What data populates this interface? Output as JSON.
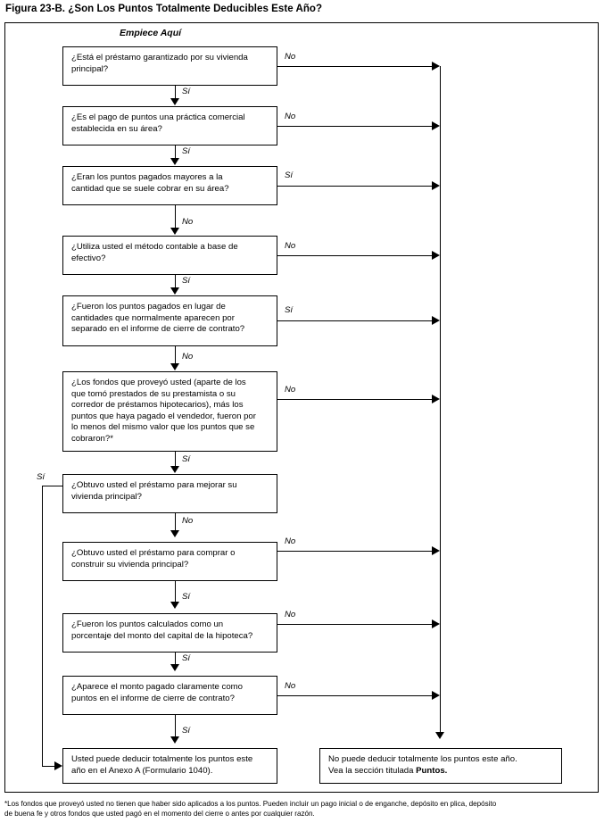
{
  "figure": {
    "title": "Figura 23-B. ¿Son Los Puntos Totalmente Deducibles Este Año?",
    "start_label": "Empiece Aquí"
  },
  "labels": {
    "si": "Sí",
    "no": "No"
  },
  "nodes": [
    {
      "id": "q1",
      "lines": [
        "¿Está el préstamo garantizado por su vivienda",
        "principal?"
      ]
    },
    {
      "id": "q2",
      "lines": [
        "¿Es el pago de puntos una práctica comercial",
        "establecida en su área?"
      ]
    },
    {
      "id": "q3",
      "lines": [
        "¿Eran los puntos pagados mayores a la",
        "cantidad que se suele cobrar en su área?"
      ]
    },
    {
      "id": "q4",
      "lines": [
        "¿Utiliza usted el método contable a base de",
        "efectivo?"
      ]
    },
    {
      "id": "q5",
      "lines": [
        "¿Fueron los puntos pagados en lugar de",
        "cantidades que normalmente aparecen por",
        "separado en el informe de cierre de contrato?"
      ]
    },
    {
      "id": "q6",
      "lines": [
        "¿Los fondos que proveyó usted (aparte de los",
        "que tomó prestados de su prestamista o su",
        "corredor de préstamos hipotecarios), más los",
        "puntos que haya pagado el vendedor, fueron por",
        "lo menos del mismo valor que los puntos que se",
        "cobraron?*"
      ]
    },
    {
      "id": "q7",
      "lines": [
        "¿Obtuvo usted el préstamo para mejorar su",
        "vivienda principal?"
      ]
    },
    {
      "id": "q8",
      "lines": [
        "¿Obtuvo usted el préstamo para comprar o",
        "construir su vivienda principal?"
      ]
    },
    {
      "id": "q9",
      "lines": [
        "¿Fueron los puntos calculados como un",
        "porcentaje del monto del capital de la hipoteca?"
      ]
    },
    {
      "id": "q10",
      "lines": [
        "¿Aparece el monto pagado claramente como",
        "puntos en el informe de cierre de contrato?"
      ]
    },
    {
      "id": "result-yes",
      "lines": [
        "Usted puede deducir totalmente los puntos este",
        "año en el Anexo A (Formulario 1040)."
      ]
    },
    {
      "id": "result-no",
      "lines_html": [
        "No puede deducir totalmente los puntos este año.",
        "Vea la sección titulada <b>Puntos.</b>"
      ]
    }
  ],
  "edges": {
    "q1_down": "Sí",
    "q1_right": "No",
    "q2_down": "Sí",
    "q2_right": "No",
    "q3_down": "No",
    "q3_right": "Sí",
    "q4_down": "Sí",
    "q4_right": "No",
    "q5_down": "No",
    "q5_right": "Sí",
    "q6_down": "Sí",
    "q6_right": "No",
    "q7_left": "Sí",
    "q7_down": "No",
    "q8_down": "Sí",
    "q8_right": "No",
    "q9_down": "Sí",
    "q9_right": "No",
    "q10_down": "Sí",
    "q10_right": "No"
  },
  "footnote": {
    "lines": [
      "*Los fondos que proveyó usted no tienen que haber sido aplicados a los puntos. Pueden incluir un pago inicial o de enganche, depósito en plica, depósito",
      "de buena fe y otros fondos que usted pagó en el momento del cierre o antes por cualquier razón."
    ]
  }
}
